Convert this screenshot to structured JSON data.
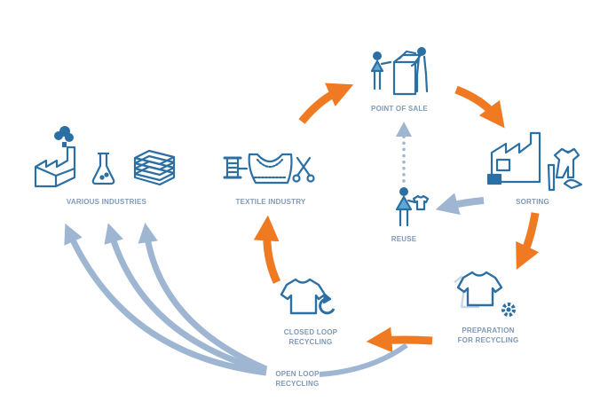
{
  "colors": {
    "orange": "#f07a22",
    "lightblue": "#9fb6d3",
    "icon": "#2b6fa3",
    "label": "#7f99b8"
  },
  "nodes": {
    "point_of_sale": "POINT OF SALE",
    "sorting": "SORTING",
    "preparation_line1": "PREPARATION",
    "preparation_line2": "FOR RECYCLING",
    "closed_loop_line1": "CLOSED LOOP",
    "closed_loop_line2": "RECYCLING",
    "textile_industry": "TEXTILE INDUSTRY",
    "various_industries": "VARIOUS INDUSTRIES",
    "reuse": "REUSE",
    "open_loop_line1": "OPEN LOOP",
    "open_loop_line2": "RECYCLING"
  },
  "icons": {
    "point_of_sale": "shopping-people-icon",
    "sorting": "factory-clothes-icon",
    "preparation": "shirt-gear-icon",
    "closed_loop": "shirt-refresh-icon",
    "textile": "thread-shirt-scissors-icon",
    "various": "factory-flask-stack-icon",
    "reuse": "person-shirt-icon"
  }
}
